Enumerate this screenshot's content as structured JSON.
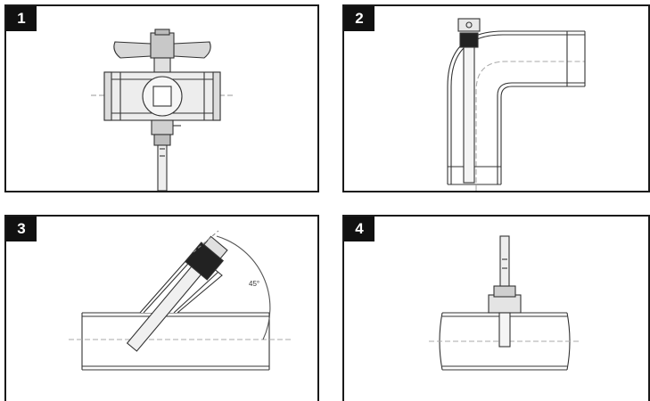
{
  "panels": [
    {
      "number": "1",
      "subject": "ball-valve-with-probe"
    },
    {
      "number": "2",
      "subject": "elbow-pipe-with-probe"
    },
    {
      "number": "3",
      "subject": "angled-probe-in-pipe"
    },
    {
      "number": "4",
      "subject": "vertical-probe-in-pipe"
    }
  ],
  "annotations": {
    "angle": "45°"
  }
}
